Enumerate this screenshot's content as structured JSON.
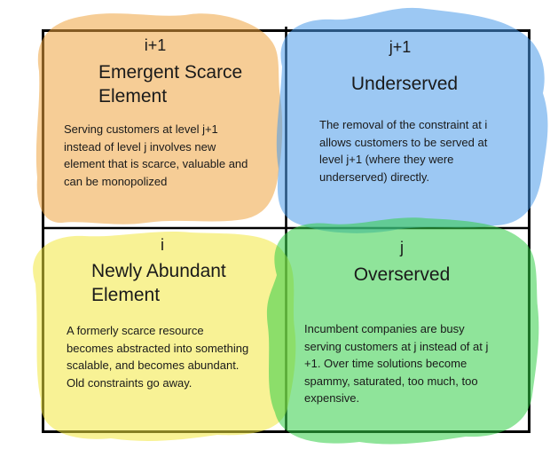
{
  "colors": {
    "background": "#ffffff",
    "grid": "#000000",
    "text": "#1a1a1a"
  },
  "quadrants": [
    {
      "position": "top-left",
      "axis_label": "i+1",
      "heading": "Emergent Scarce\nElement",
      "body": "Serving customers at level j+1\ninstead of level j involves new\nelement that is scarce, valuable and\ncan be monopolized",
      "blob_color": "#EFA440",
      "blob_tint_on_white": "#F6CD96"
    },
    {
      "position": "top-right",
      "axis_label": "j+1",
      "heading": "Underserved",
      "body": "The removal of the constraint at i\nallows customers to be served at\nlevel j+1 (where they were\nunderserved) directly.",
      "blob_color": "#4B9BE9",
      "blob_tint_on_white": "#9CC8F3"
    },
    {
      "position": "bottom-left",
      "axis_label": "i",
      "heading": "Newly Abundant\nElement",
      "body": "A formerly scarce resource\nbecomes abstracted into something\nscalable, and becomes abundant.\nOld constraints go away.",
      "blob_color": "#F2E73E",
      "blob_tint_on_white": "#F8F295"
    },
    {
      "position": "bottom-right",
      "axis_label": "j",
      "heading": "Overserved",
      "body": "Incumbent companies are busy\nserving customers at j instead of at j\n+1. Over time solutions become\nspammy, saturated, too much, too\nexpensive.",
      "blob_color": "#33CE47",
      "blob_tint_on_white": "#90E59B"
    }
  ]
}
